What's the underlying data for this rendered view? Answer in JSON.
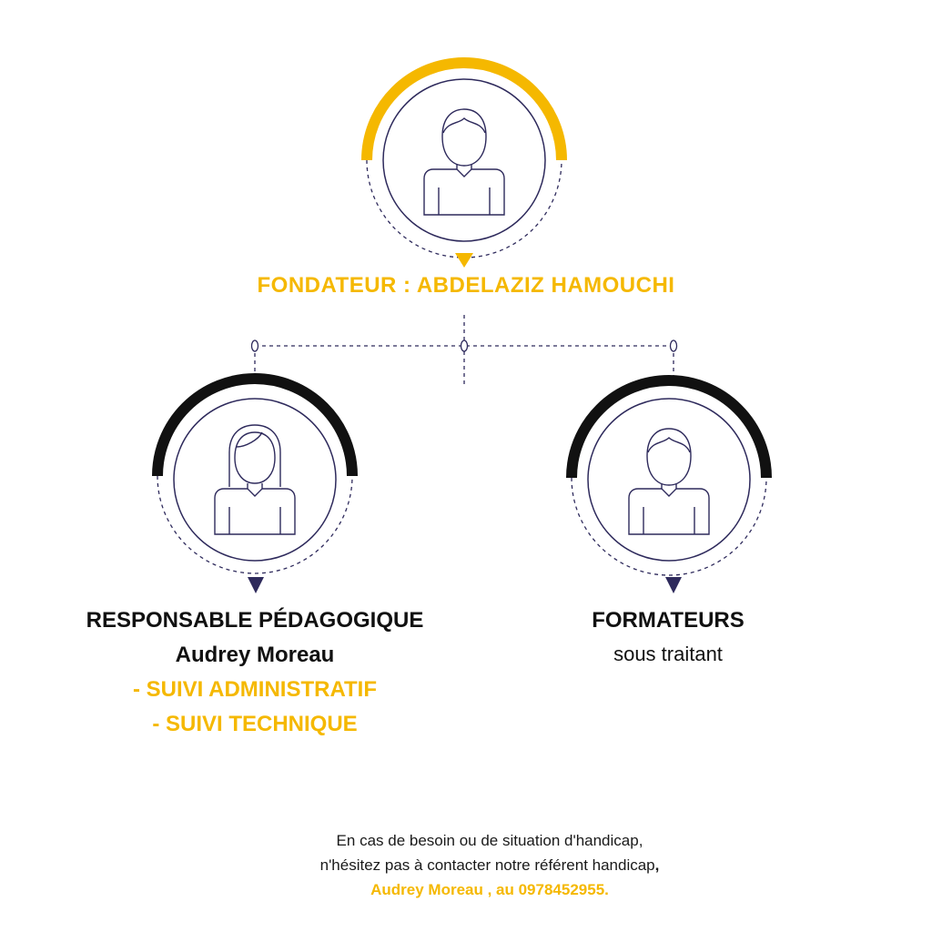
{
  "colors": {
    "accent": "#F5B800",
    "black": "#111111",
    "line": "#2e2a5c",
    "text": "#1a1a1a"
  },
  "founder": {
    "title": "FONDATEUR : ABDELAZIZ HAMOUCHI",
    "icon": "male-person-icon"
  },
  "responsable": {
    "title": "RESPONSABLE PÉDAGOGIQUE",
    "name": "Audrey Moreau",
    "tasks": [
      "- SUIVI ADMINISTRATIF",
      "- SUIVI TECHNIQUE"
    ],
    "icon": "female-person-icon"
  },
  "formateurs": {
    "title": "FORMATEURS",
    "subtitle": "sous traitant",
    "icon": "male-person-icon"
  },
  "footer": {
    "line1": "En cas de besoin ou de situation d'handicap,",
    "line2": "n'hésitez pas à contacter notre référent handicap",
    "line2_end": ",",
    "line3": "Audrey Moreau , au 0978452955."
  }
}
